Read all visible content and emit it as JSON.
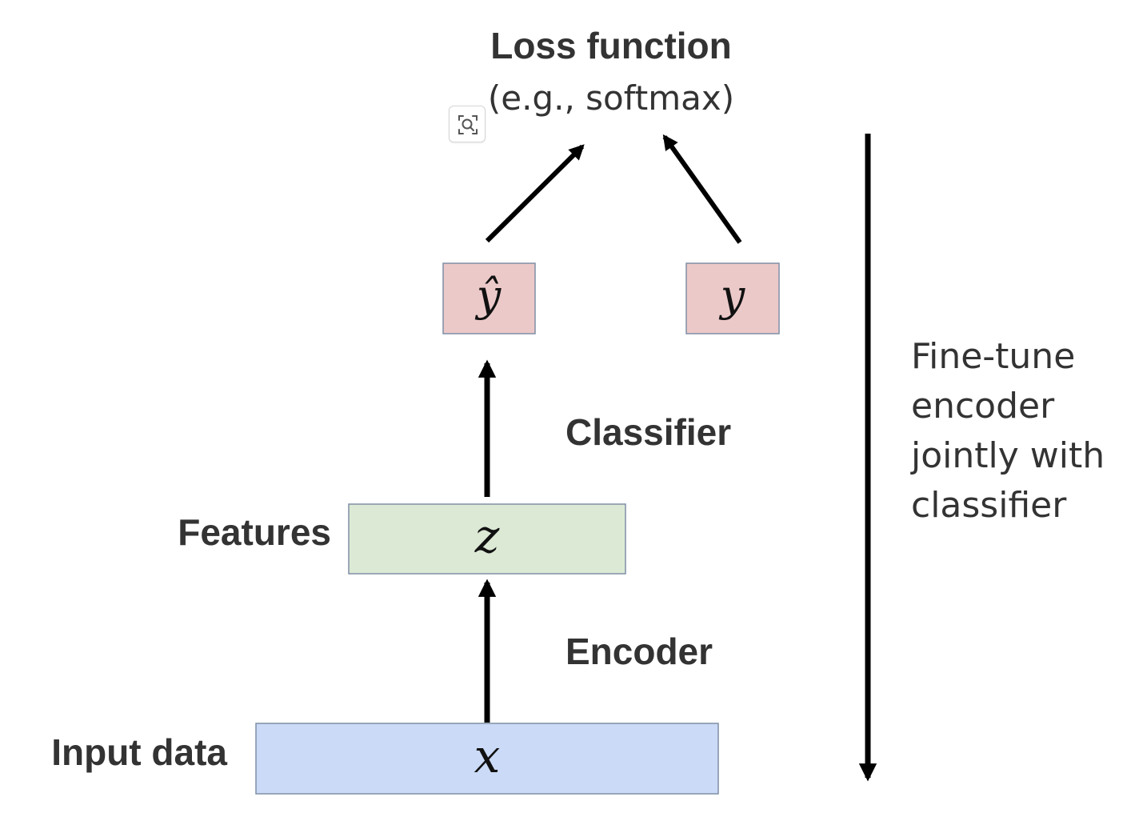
{
  "loss": {
    "title": "Loss function",
    "subtitle": "(e.g., softmax)"
  },
  "nodes": {
    "y_hat": {
      "symbol": "ŷ",
      "fill": "#ecc9c9",
      "stroke": "#7e8fa6"
    },
    "y": {
      "symbol": "y",
      "fill": "#ecc9c9",
      "stroke": "#7e8fa6"
    },
    "z": {
      "symbol": "z",
      "fill": "#dce9d5",
      "stroke": "#7e8fa6",
      "label": "Features"
    },
    "x": {
      "symbol": "x",
      "fill": "#cbdaf6",
      "stroke": "#7e8fa6",
      "label": "Input data"
    }
  },
  "edges": {
    "classifier_label": "Classifier",
    "encoder_label": "Encoder"
  },
  "side_note": {
    "lines": [
      "Fine-tune",
      "encoder",
      "jointly with",
      "classifier"
    ]
  },
  "toolbar": {
    "zoom_icon": "zoom-in-icon"
  },
  "colors": {
    "text": "#333333",
    "arrow": "#000000"
  }
}
